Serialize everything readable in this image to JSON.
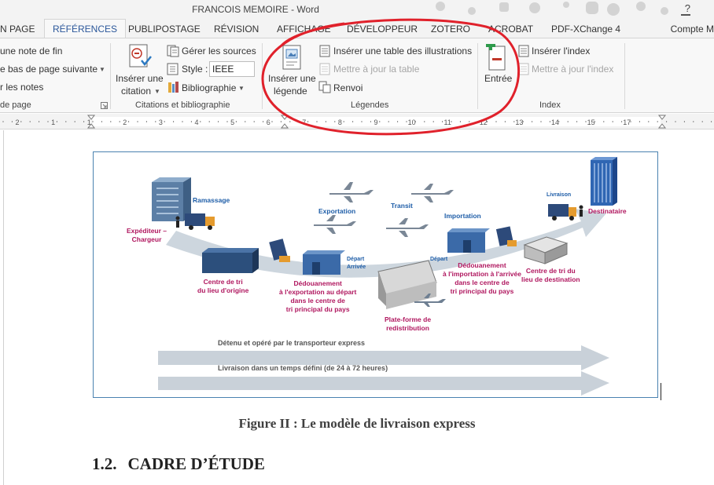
{
  "window": {
    "title": "FRANCOIS MEMOIRE - Word",
    "help": "?"
  },
  "tabs": [
    {
      "label": "N PAGE"
    },
    {
      "label": "RÉFÉRENCES"
    },
    {
      "label": "PUBLIPOSTAGE"
    },
    {
      "label": "RÉVISION"
    },
    {
      "label": "AFFICHAGE"
    },
    {
      "label": "DÉVELOPPEUR"
    },
    {
      "label": "ZOTERO"
    },
    {
      "label": "ACROBAT"
    },
    {
      "label": "PDF-XChange 4"
    }
  ],
  "account": "Compte M",
  "ribbon": {
    "footnotes": {
      "insert_endnote": "une note de fin",
      "next_footnote": "e bas de page suivante",
      "show_notes": "r les notes",
      "group_label": "de page"
    },
    "citations": {
      "insert_citation_line1": "Insérer une",
      "insert_citation_line2": "citation",
      "manage_sources": "Gérer les sources",
      "style_label": "Style :",
      "style_value": "IEEE",
      "bibliography": "Bibliographie",
      "group_label": "Citations et bibliographie"
    },
    "captions": {
      "insert_caption_line1": "Insérer une",
      "insert_caption_line2": "légende",
      "insert_table_of_figures": "Insérer une table des illustrations",
      "update_table": "Mettre à jour la table",
      "cross_reference": "Renvoi",
      "group_label": "Légendes"
    },
    "index": {
      "mark_entry": "Entrée",
      "insert_index": "Insérer l'index",
      "update_index": "Mettre à jour l'index",
      "group_label": "Index"
    }
  },
  "ruler": {
    "numbers": [
      "2",
      "1",
      "1",
      "2",
      "3",
      "4",
      "5",
      "6",
      "7",
      "8",
      "9",
      "10",
      "11",
      "12",
      "13",
      "14",
      "15",
      "17"
    ]
  },
  "figure": {
    "labels": {
      "ramassage": "Ramassage",
      "expediteur": "Expéditeur –\nChargeur",
      "exportation": "Exportation",
      "transit": "Transit",
      "importation": "Importation",
      "livraison": "Livraison",
      "destinataire": "Destinataire",
      "depart1": "Départ",
      "arrivee": "Arrivée",
      "depart2": "Départ",
      "centre_origine": "Centre de tri\ndu lieu d'origine",
      "dedouanement_export": "Dédouanement\nà l'exportation au départ\ndans le centre de\ntri principal du pays",
      "plateforme": "Plate-forme de\nredistribution",
      "dedouanement_import": "Dédouanement\nà l'importation à l'arrivée\ndans le centre de\ntri principal du pays",
      "centre_destination": "Centre de tri du\nlieu de destination",
      "detenu": "Détenu et opéré par le transporteur express",
      "livraison_temps": "Livraison dans un temps défini (de 24 à 72 heures)"
    }
  },
  "document": {
    "caption": "Figure II : Le modèle de livraison express",
    "heading_number": "1.2.",
    "heading_text": "CADRE D’ÉTUDE"
  },
  "colors": {
    "accent": "#2b579a",
    "annotation": "#e0212b",
    "figure_blue": "#1f5ea8",
    "figure_pink": "#b0175f"
  }
}
